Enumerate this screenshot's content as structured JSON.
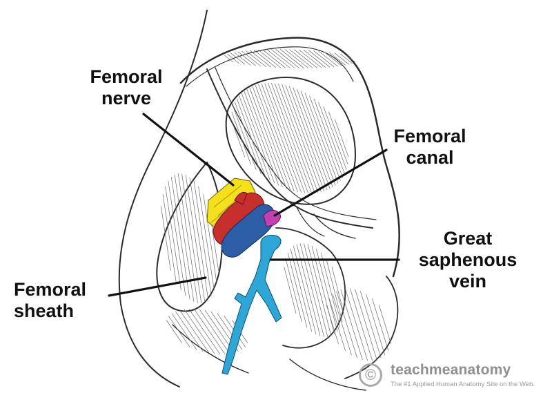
{
  "labels": {
    "femoral_nerve": [
      "Femoral",
      "nerve"
    ],
    "femoral_canal": [
      "Femoral",
      "canal"
    ],
    "great_saphenous_vein": [
      "Great",
      "saphenous",
      "vein"
    ],
    "femoral_sheath": [
      "Femoral",
      "sheath"
    ]
  },
  "watermark": {
    "symbol": "©",
    "brand": "teachmeanatomy",
    "tagline": "The #1 Applied Human Anatomy Site on the Web."
  },
  "colors": {
    "nerve": "#f4e11c",
    "artery": "#c62f2c",
    "vein": "#2c5ea8",
    "canal": "#c43fb0",
    "saphenous": "#2da7d8",
    "leader": "#111111"
  }
}
